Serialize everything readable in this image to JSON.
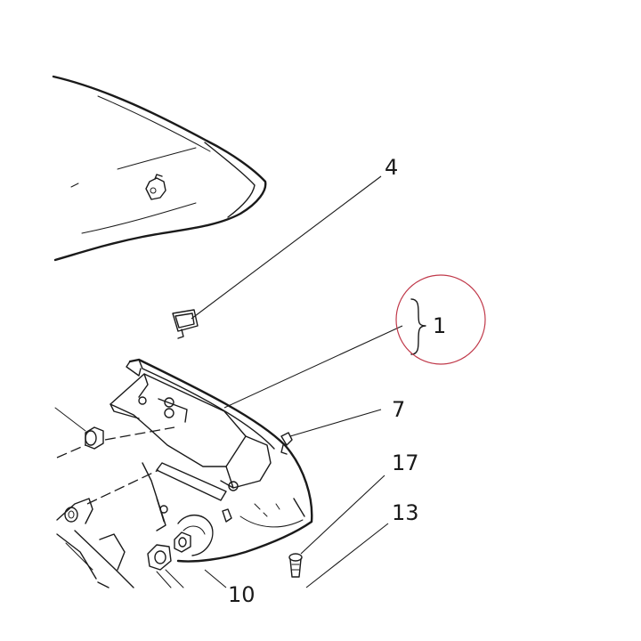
{
  "callouts": [
    {
      "id": "1",
      "label": "1"
    },
    {
      "id": "4",
      "label": "4"
    },
    {
      "id": "7",
      "label": "7"
    },
    {
      "id": "13",
      "label": "13"
    },
    {
      "id": "17",
      "label": "17"
    },
    {
      "id": "10",
      "label": "10"
    }
  ],
  "highlight_color": "#c0394a",
  "line_color": "#1a1a1a"
}
